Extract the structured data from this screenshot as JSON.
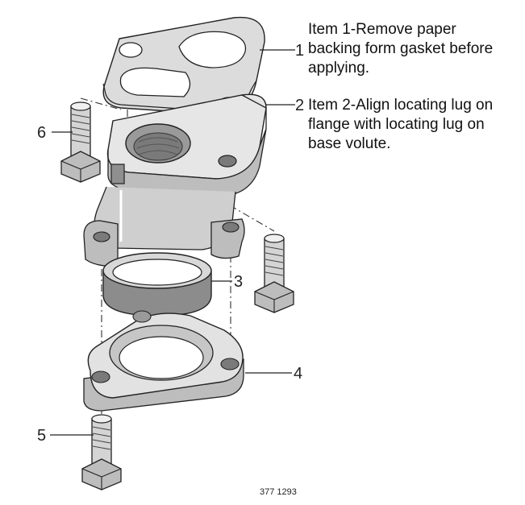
{
  "notes": [
    {
      "lines": [
        "Item 1-Remove paper",
        "backing form gasket before",
        "applying."
      ]
    },
    {
      "lines": [
        "Item 2-Align locating lug on",
        "flange with locating lug on",
        "base volute."
      ]
    }
  ],
  "callouts": [
    {
      "number": "1",
      "part": "gasket"
    },
    {
      "number": "2",
      "part": "flange"
    },
    {
      "number": "3",
      "part": "ring"
    },
    {
      "number": "4",
      "part": "base-flange"
    },
    {
      "number": "5",
      "part": "bottom-bolt"
    },
    {
      "number": "6",
      "part": "left-bolt"
    }
  ],
  "figure_code": "377 1293",
  "colors": {
    "part_light": "#e6e6e6",
    "part_mid": "#c8c8c8",
    "part_dark": "#9c9c9c",
    "gasket": "#dcdcdc",
    "hole_dark": "#7a7a7a",
    "line": "#222222"
  }
}
